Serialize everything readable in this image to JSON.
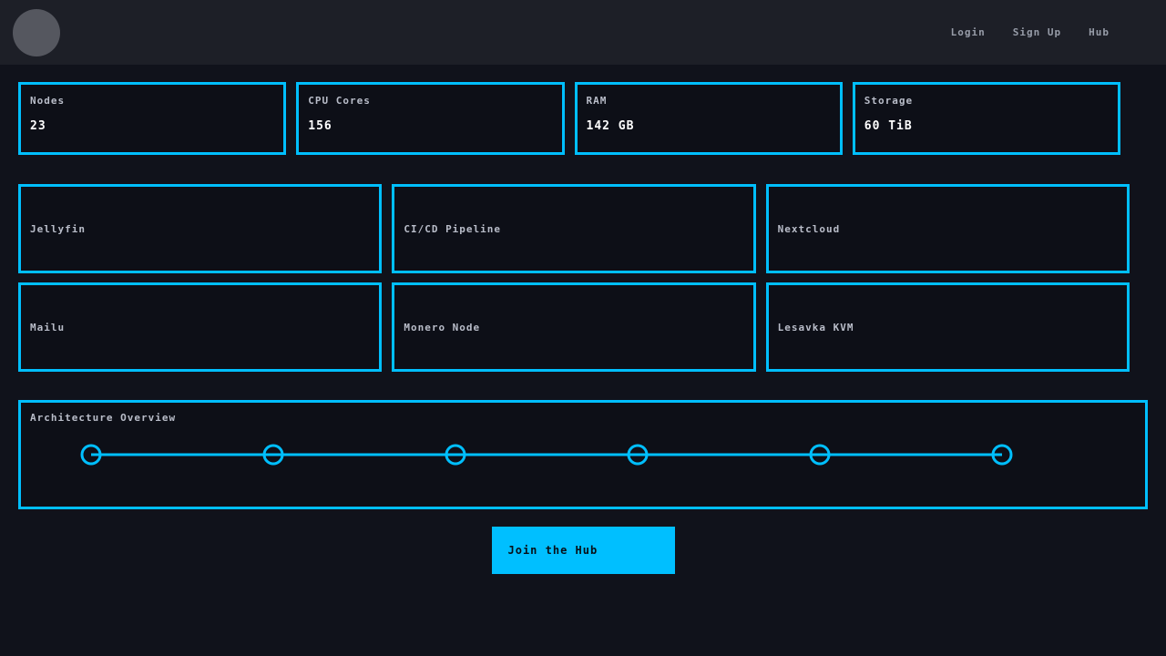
{
  "colors": {
    "accent": "#00bfff",
    "page_background": "#10121b",
    "navbar_background": "#1d1f27",
    "card_background": "#0d0f17",
    "avatar_gray": "#55575f"
  },
  "nav": {
    "links": [
      {
        "label": "Login"
      },
      {
        "label": "Sign Up"
      },
      {
        "label": "Hub"
      }
    ]
  },
  "stats": [
    {
      "label": "Nodes",
      "value": "23"
    },
    {
      "label": "CPU Cores",
      "value": "156"
    },
    {
      "label": "RAM",
      "value": "142 GB"
    },
    {
      "label": "Storage",
      "value": "60 TiB"
    }
  ],
  "services": [
    {
      "name": "Jellyfin"
    },
    {
      "name": "CI/CD Pipeline"
    },
    {
      "name": "Nextcloud"
    },
    {
      "name": "Mailu"
    },
    {
      "name": "Monero Node"
    },
    {
      "name": "Lesavka KVM"
    }
  ],
  "architecture": {
    "title": "Architecture Overview",
    "node_count": 6
  },
  "cta": {
    "label": "Join the Hub"
  }
}
